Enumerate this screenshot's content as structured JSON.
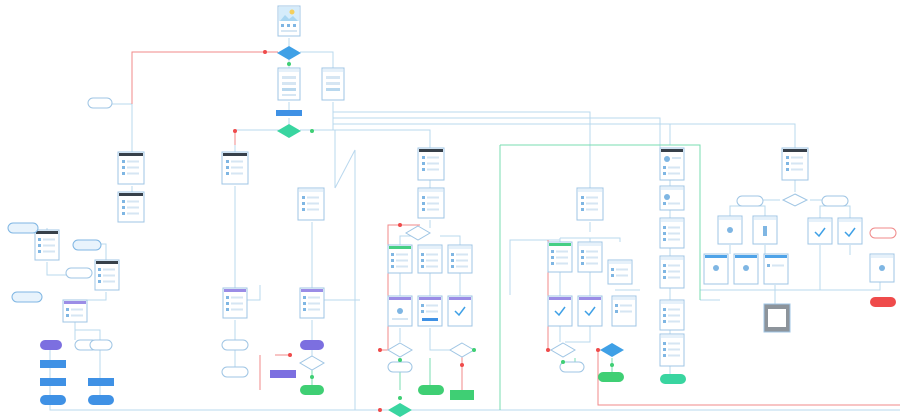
{
  "screens": [
    {
      "id": "s-top",
      "dark": false,
      "img": true
    },
    {
      "id": "s-a",
      "dark": false
    },
    {
      "id": "s-b",
      "dark": false
    },
    {
      "id": "s-left",
      "dark": true
    },
    {
      "id": "s-left2",
      "dark": false
    },
    {
      "id": "s-c",
      "dark": true
    },
    {
      "id": "s-d",
      "dark": true
    },
    {
      "id": "s-e",
      "dark": true
    },
    {
      "id": "s-f",
      "dark": false
    }
  ],
  "colors": {
    "blue_line": "#b9d8ee",
    "red_line": "#f08a8a",
    "green_line": "#79dcb0",
    "diamond_blue": "#3fa0e6",
    "diamond_green": "#39d5a0",
    "button_blue": "#3f91e5",
    "button_purple": "#7c6fe0",
    "button_green": "#3fcf74",
    "button_red": "#ef4b4b",
    "frame": "#9fc5e4",
    "header_dark": "#37404a",
    "header_purple": "#9b8de6",
    "header_green": "#46cf84",
    "header_blue": "#4fa3e8"
  }
}
